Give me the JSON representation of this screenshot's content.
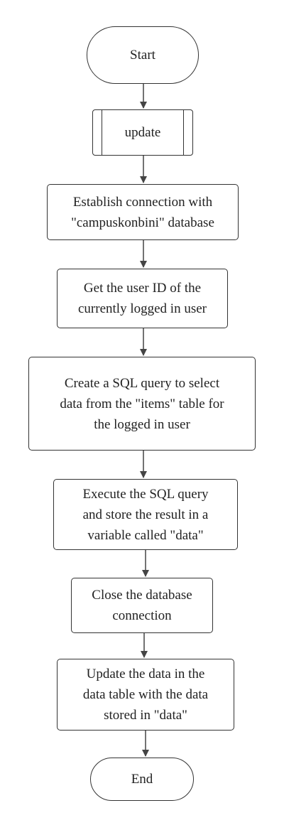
{
  "flowchart": {
    "start": "Start",
    "update": "update",
    "step1": "Establish connection with\n\"campuskonbini\" database",
    "step2": "Get the user ID of the\ncurrently logged in user",
    "step3": "Create a SQL query to select\ndata from the \"items\" table for\nthe logged in user",
    "step4": "Execute the SQL query\nand store the result in a\nvariable called \"data\"",
    "step5": "Close the database\nconnection",
    "step6": "Update the data in the\ndata table with the data\nstored in \"data\"",
    "end": "End"
  }
}
